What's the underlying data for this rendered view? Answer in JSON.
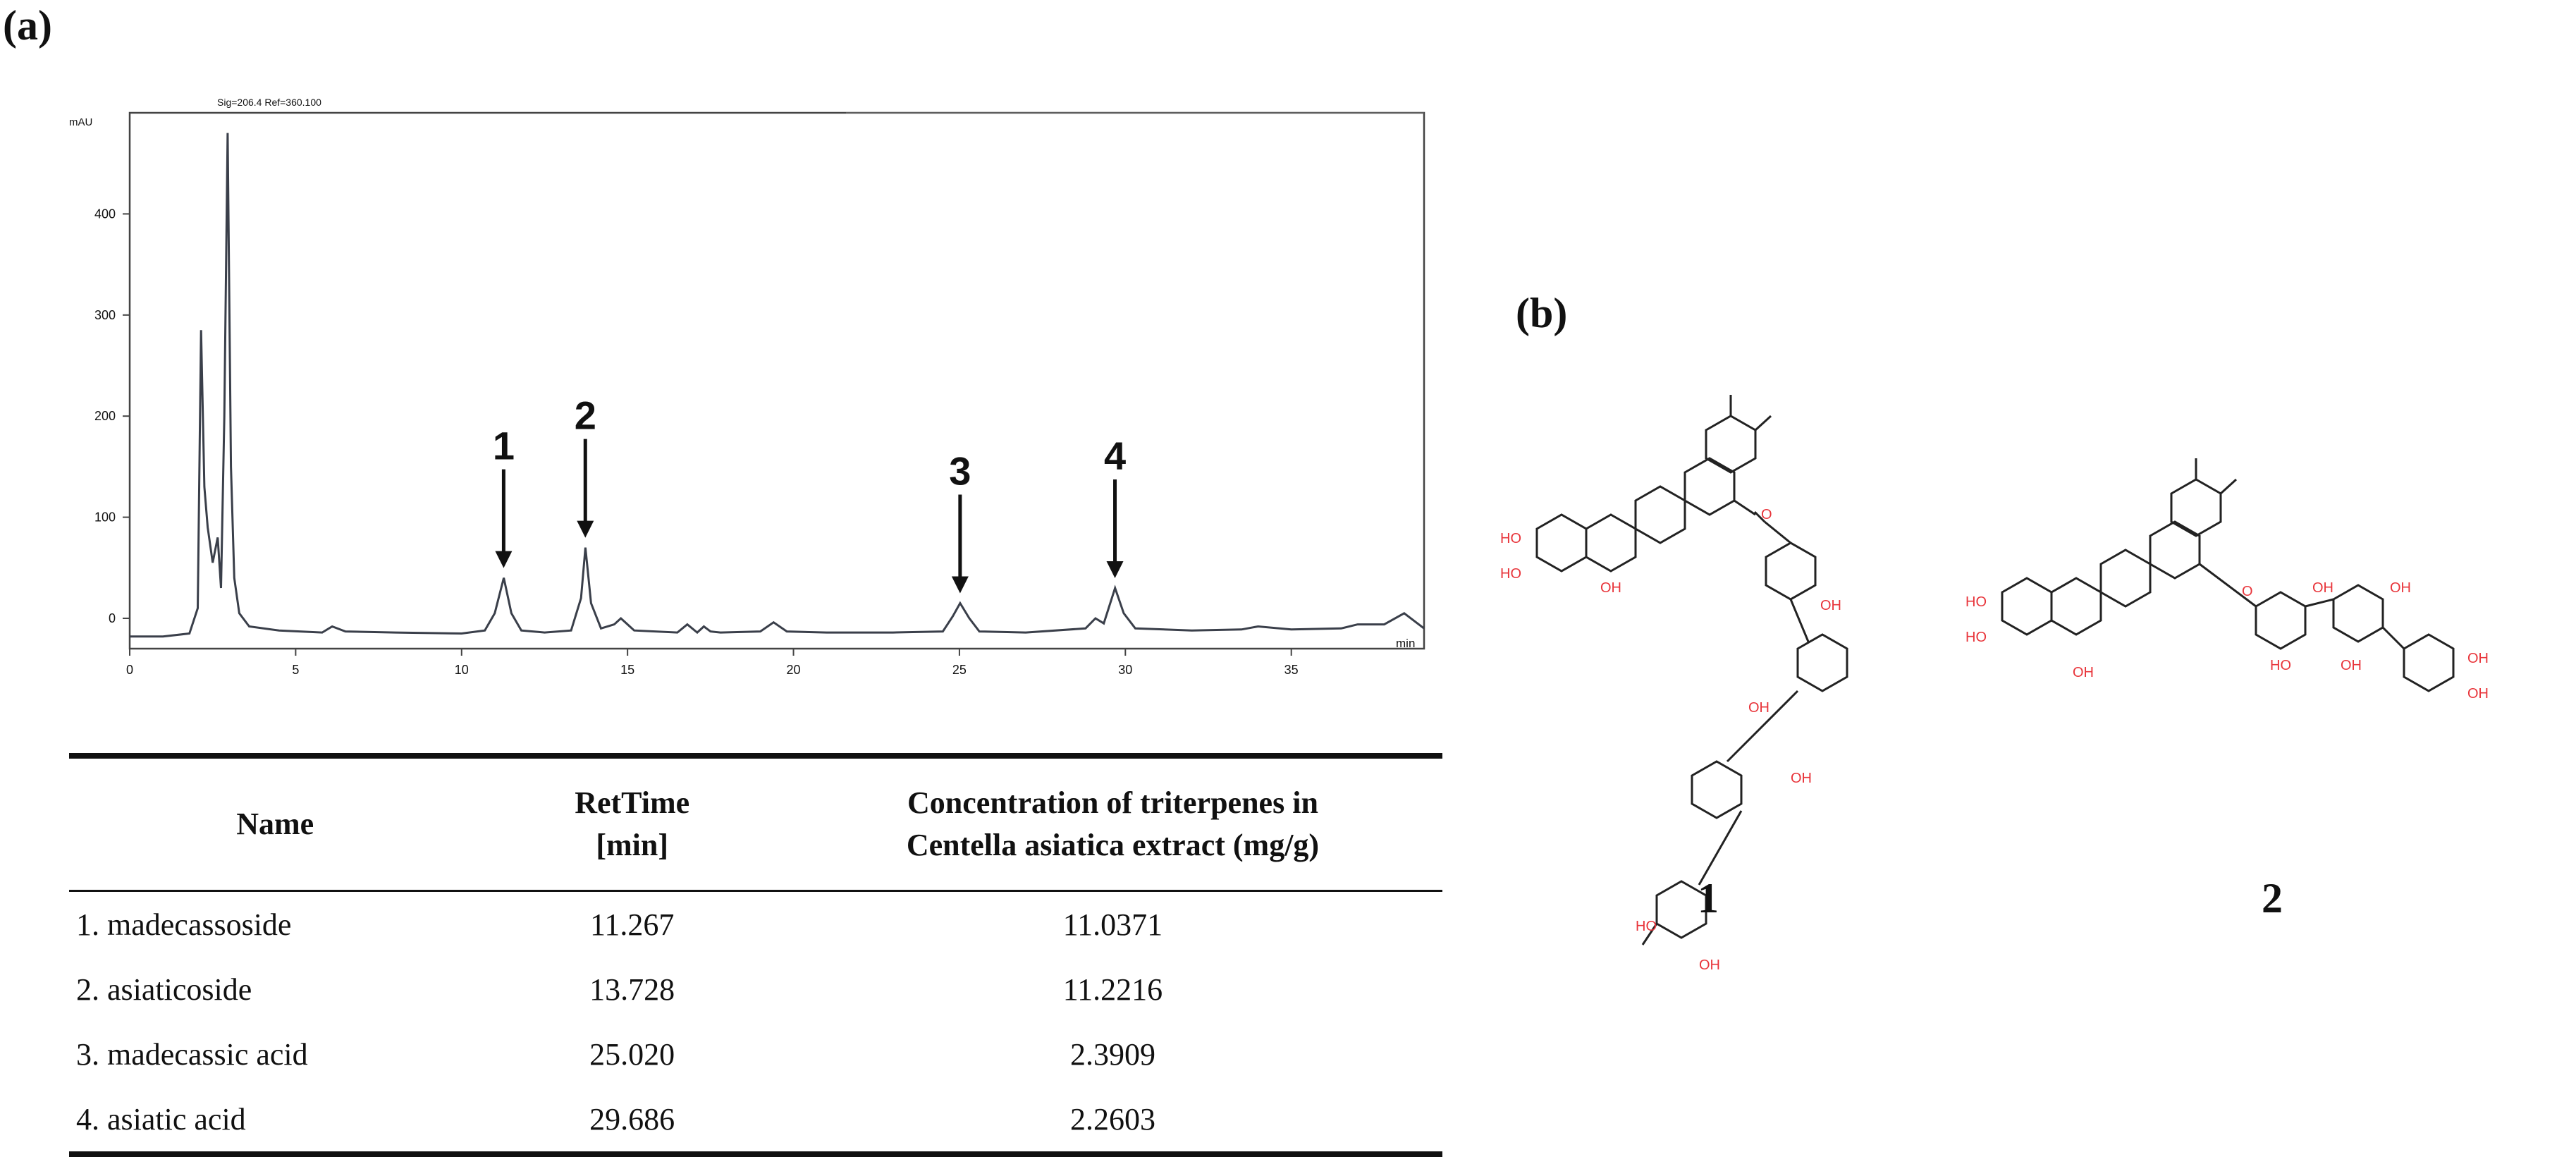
{
  "panel_a_label": "(a)",
  "panel_b_label": "(b)",
  "chart_data": {
    "type": "line",
    "title": "",
    "header_text": "Sig=206.4 Ref=360.100",
    "ylabel": "mAU",
    "xlabel": "min",
    "xlim": [
      0,
      39
    ],
    "ylim": [
      -30,
      500
    ],
    "xticks": [
      0,
      5,
      10,
      15,
      20,
      25,
      30,
      35
    ],
    "yticks": [
      0,
      100,
      200,
      300,
      400
    ],
    "line_color": "#3a3f4a",
    "series": [
      {
        "x": [
          0,
          1.0,
          1.8,
          2.05,
          2.15,
          2.25,
          2.35,
          2.5,
          2.65,
          2.75,
          2.85,
          2.95,
          3.05,
          3.15,
          3.3,
          3.6,
          4.5,
          5.8,
          6.1,
          6.5,
          8,
          10,
          10.7,
          11.0,
          11.27,
          11.5,
          11.8,
          12.5,
          13.3,
          13.6,
          13.73,
          13.9,
          14.2,
          14.6,
          14.8,
          15.2,
          16.5,
          16.8,
          17.1,
          17.3,
          17.5,
          17.8,
          19.0,
          19.4,
          19.8,
          21,
          23,
          24.5,
          24.8,
          25.02,
          25.3,
          25.6,
          27,
          28.8,
          29.1,
          29.35,
          29.69,
          29.95,
          30.3,
          32,
          33.5,
          34,
          35,
          36.5,
          37,
          37.8,
          38.4,
          39
        ],
        "y": [
          -18,
          -18,
          -15,
          10,
          285,
          130,
          90,
          55,
          80,
          30,
          200,
          480,
          150,
          40,
          5,
          -8,
          -12,
          -14,
          -8,
          -13,
          -14,
          -15,
          -12,
          5,
          40,
          5,
          -12,
          -14,
          -12,
          20,
          70,
          15,
          -10,
          -6,
          0,
          -12,
          -14,
          -6,
          -14,
          -8,
          -13,
          -14,
          -13,
          -4,
          -13,
          -14,
          -14,
          -13,
          2,
          15,
          0,
          -13,
          -14,
          -10,
          0,
          -5,
          30,
          5,
          -10,
          -12,
          -11,
          -8,
          -11,
          -10,
          -6,
          -6,
          5,
          -10
        ]
      }
    ],
    "annotations": [
      {
        "label": "1",
        "x": 11.267
      },
      {
        "label": "2",
        "x": 13.728
      },
      {
        "label": "3",
        "x": 25.02
      },
      {
        "label": "4",
        "x": 29.686
      }
    ]
  },
  "table": {
    "headers": {
      "name": "Name",
      "rt_line1": "RetTime",
      "rt_line2": "[min]",
      "conc_line1": "Concentration of triterpenes in",
      "conc_line2": "Centella asiatica extract (mg/g)"
    },
    "rows": [
      {
        "name": "1. madecassoside",
        "rt": "11.267",
        "conc": "11.0371"
      },
      {
        "name": "2. asiaticoside",
        "rt": "13.728",
        "conc": "11.2216"
      },
      {
        "name": "3. madecassic acid",
        "rt": "25.020",
        "conc": "2.3909"
      },
      {
        "name": "4. asiatic acid",
        "rt": "29.686",
        "conc": "2.2603"
      }
    ]
  },
  "structures": {
    "compound1_label": "1",
    "compound2_label": "2",
    "oh_label": "HO",
    "oh_label_right": "OH",
    "o_label": "O"
  },
  "colors": {
    "heteroatom": "#e8343a",
    "bond": "#222222"
  }
}
